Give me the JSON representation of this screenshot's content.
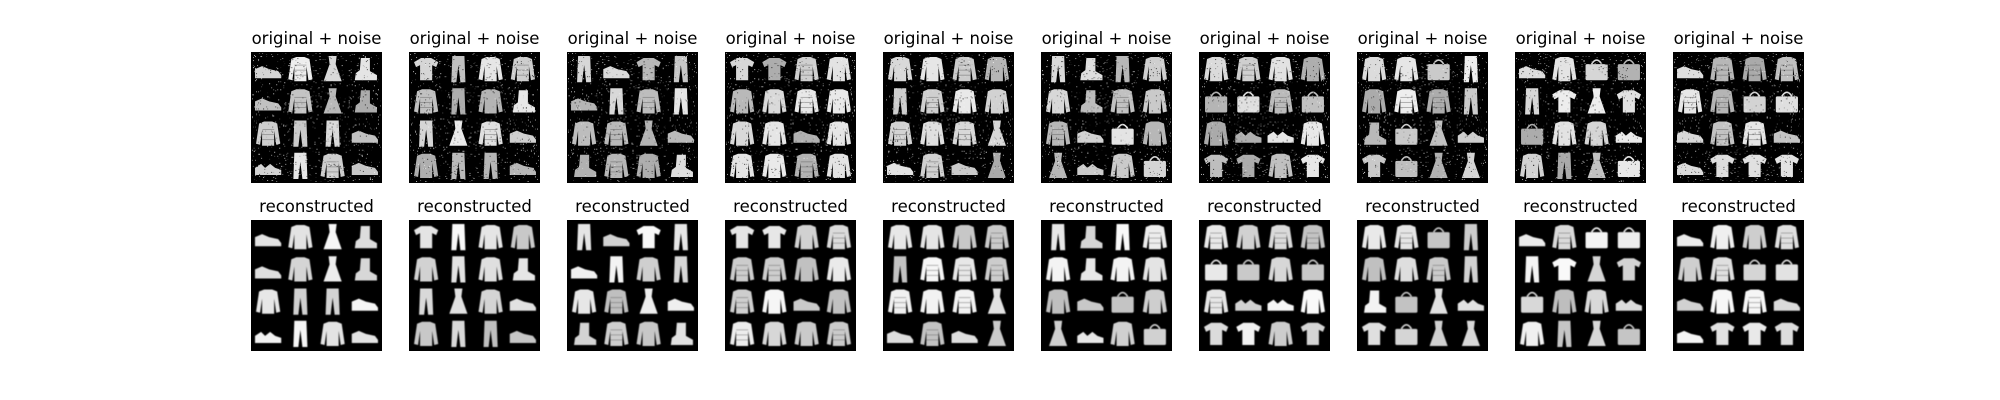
{
  "figure": {
    "background": "#ffffff",
    "rows": [
      {
        "row": "noisy",
        "title": "original + noise",
        "panels": [
          {
            "items": [
              "shoe",
              "shirt",
              "dress",
              "boot",
              "shoe",
              "shirt",
              "dress",
              "boot",
              "pullover",
              "trouser",
              "trouser",
              "sneaker",
              "sandal",
              "trouser",
              "shirt",
              "sneaker"
            ]
          },
          {
            "items": [
              "tshirt",
              "trouser",
              "shirt",
              "shirt",
              "shirt",
              "trouser",
              "pullover",
              "boot",
              "trouser",
              "dress",
              "shirt",
              "sneaker",
              "shirt",
              "trouser",
              "trouser",
              "sneaker"
            ]
          },
          {
            "items": [
              "trouser",
              "sneaker",
              "tshirt",
              "trouser",
              "sneaker",
              "trouser",
              "pullover",
              "trouser",
              "pullover",
              "pullover",
              "dress",
              "sneaker",
              "boot",
              "pullover",
              "shirt",
              "boot"
            ]
          },
          {
            "items": [
              "tshirt",
              "tshirt",
              "pullover",
              "shirt",
              "pullover",
              "shirt",
              "pullover",
              "shirt",
              "pullover",
              "pullover",
              "sneaker",
              "shirt",
              "pullover",
              "pullover",
              "pullover",
              "pullover"
            ]
          },
          {
            "items": [
              "shirt",
              "pullover",
              "pullover",
              "shirt",
              "trouser",
              "shirt",
              "pullover",
              "pullover",
              "pullover",
              "shirt",
              "shirt",
              "dress",
              "sneaker",
              "pullover",
              "sneaker",
              "dress"
            ]
          },
          {
            "items": [
              "trouser",
              "boot",
              "trouser",
              "shirt",
              "pullover",
              "boot",
              "shirt",
              "shirt",
              "pullover",
              "sneaker",
              "bag",
              "pullover",
              "dress",
              "sandal",
              "shirt",
              "bag"
            ]
          },
          {
            "items": [
              "shirt",
              "pullover",
              "pullover",
              "pullover",
              "bag",
              "bag",
              "pullover",
              "bag",
              "pullover",
              "sandal",
              "sandal",
              "pullover",
              "tshirt",
              "tshirt",
              "shirt",
              "tshirt"
            ]
          },
          {
            "items": [
              "shirt",
              "shirt",
              "bag",
              "trouser",
              "shirt",
              "shirt",
              "shirt",
              "trouser",
              "boot",
              "bag",
              "dress",
              "sandal",
              "tshirt",
              "bag",
              "dress",
              "dress"
            ]
          },
          {
            "items": [
              "sneaker",
              "shirt",
              "bag",
              "bag",
              "trouser",
              "tshirt",
              "dress",
              "tshirt",
              "bag",
              "pullover",
              "shirt",
              "sandal",
              "shirt",
              "trouser",
              "dress",
              "bag"
            ]
          },
          {
            "items": [
              "sneaker",
              "pullover",
              "shirt",
              "pullover",
              "pullover",
              "shirt",
              "bag",
              "bag",
              "sneaker",
              "shirt",
              "shirt",
              "sneaker",
              "sneaker",
              "tshirt",
              "tshirt",
              "tshirt"
            ]
          }
        ]
      },
      {
        "row": "reconstructed",
        "title": "reconstructed",
        "panels": [
          {
            "items": [
              "shoe",
              "shirt",
              "dress",
              "boot",
              "shoe",
              "shirt",
              "dress",
              "boot",
              "pullover",
              "trouser",
              "trouser",
              "sneaker",
              "sandal",
              "trouser",
              "shirt",
              "sneaker"
            ]
          },
          {
            "items": [
              "tshirt",
              "trouser",
              "shirt",
              "shirt",
              "shirt",
              "trouser",
              "pullover",
              "boot",
              "trouser",
              "dress",
              "shirt",
              "sneaker",
              "shirt",
              "trouser",
              "trouser",
              "sneaker"
            ]
          },
          {
            "items": [
              "trouser",
              "sneaker",
              "tshirt",
              "trouser",
              "sneaker",
              "trouser",
              "pullover",
              "trouser",
              "pullover",
              "pullover",
              "dress",
              "sneaker",
              "boot",
              "pullover",
              "shirt",
              "boot"
            ]
          },
          {
            "items": [
              "tshirt",
              "tshirt",
              "pullover",
              "shirt",
              "pullover",
              "shirt",
              "pullover",
              "shirt",
              "pullover",
              "pullover",
              "sneaker",
              "shirt",
              "pullover",
              "pullover",
              "pullover",
              "pullover"
            ]
          },
          {
            "items": [
              "shirt",
              "pullover",
              "pullover",
              "shirt",
              "trouser",
              "shirt",
              "pullover",
              "pullover",
              "pullover",
              "shirt",
              "shirt",
              "dress",
              "sneaker",
              "pullover",
              "sneaker",
              "dress"
            ]
          },
          {
            "items": [
              "trouser",
              "boot",
              "trouser",
              "shirt",
              "pullover",
              "boot",
              "shirt",
              "shirt",
              "pullover",
              "sneaker",
              "bag",
              "pullover",
              "dress",
              "sandal",
              "shirt",
              "bag"
            ]
          },
          {
            "items": [
              "shirt",
              "pullover",
              "pullover",
              "pullover",
              "bag",
              "bag",
              "pullover",
              "bag",
              "pullover",
              "sandal",
              "sandal",
              "pullover",
              "tshirt",
              "tshirt",
              "shirt",
              "tshirt"
            ]
          },
          {
            "items": [
              "shirt",
              "shirt",
              "bag",
              "trouser",
              "shirt",
              "shirt",
              "shirt",
              "trouser",
              "boot",
              "bag",
              "dress",
              "sandal",
              "tshirt",
              "bag",
              "dress",
              "dress"
            ]
          },
          {
            "items": [
              "sneaker",
              "shirt",
              "bag",
              "bag",
              "trouser",
              "tshirt",
              "dress",
              "tshirt",
              "bag",
              "pullover",
              "shirt",
              "sandal",
              "shirt",
              "trouser",
              "dress",
              "bag"
            ]
          },
          {
            "items": [
              "sneaker",
              "pullover",
              "shirt",
              "pullover",
              "pullover",
              "shirt",
              "bag",
              "bag",
              "sneaker",
              "shirt",
              "shirt",
              "sneaker",
              "sneaker",
              "tshirt",
              "tshirt",
              "tshirt"
            ]
          }
        ]
      }
    ]
  }
}
